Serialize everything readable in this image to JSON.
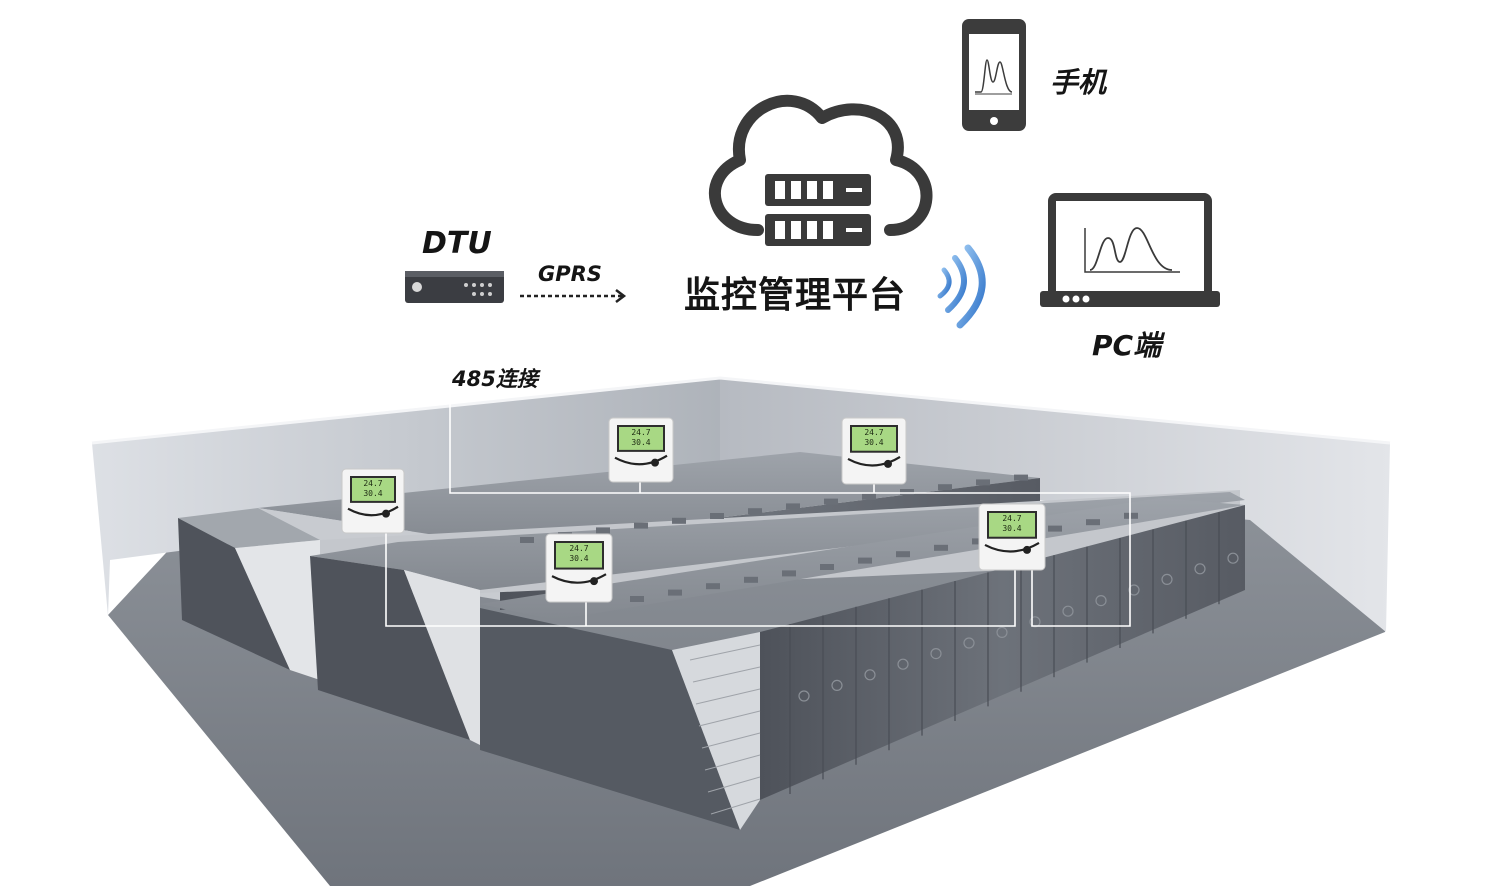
{
  "labels": {
    "dtu": "DTU",
    "gprs": "GPRS",
    "connection_485": "485连接",
    "platform": "监控管理平台",
    "phone": "手机",
    "pc": "PC端"
  },
  "sensor_display": {
    "line1": "24.7",
    "line2": "30.4"
  },
  "icons": [
    "cloud-server-icon",
    "mobile-phone-icon",
    "laptop-icon",
    "wireless-signal-icon",
    "dtu-device-icon",
    "sensor-device-icon"
  ],
  "colors": {
    "wireless": "#3f86d8",
    "cabinet": "#5c6068",
    "floor": "#7f848c",
    "wall": "#dde0e5",
    "lcd": "#a8d884"
  }
}
